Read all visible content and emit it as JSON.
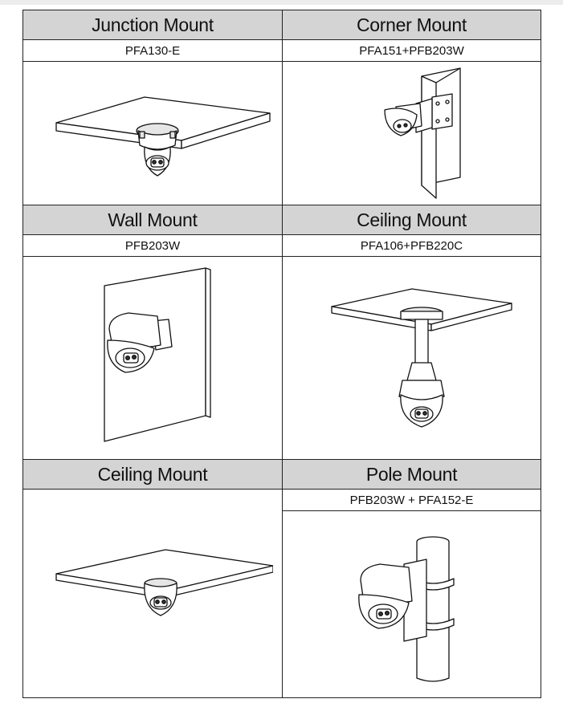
{
  "mounts": [
    {
      "title": "Junction Mount",
      "model": "PFA130-E",
      "icon": "junction-mount-icon"
    },
    {
      "title": "Corner Mount",
      "model": "PFA151+PFB203W",
      "icon": "corner-mount-icon"
    },
    {
      "title": "Wall Mount",
      "model": "PFB203W",
      "icon": "wall-mount-icon"
    },
    {
      "title": "Ceiling Mount",
      "model": "PFA106+PFB220C",
      "icon": "pendant-ceiling-mount-icon"
    },
    {
      "title": "Ceiling Mount",
      "model": "",
      "icon": "ceiling-mount-icon"
    },
    {
      "title": "Pole Mount",
      "model": "PFB203W + PFA152-E",
      "icon": "pole-mount-icon"
    }
  ]
}
